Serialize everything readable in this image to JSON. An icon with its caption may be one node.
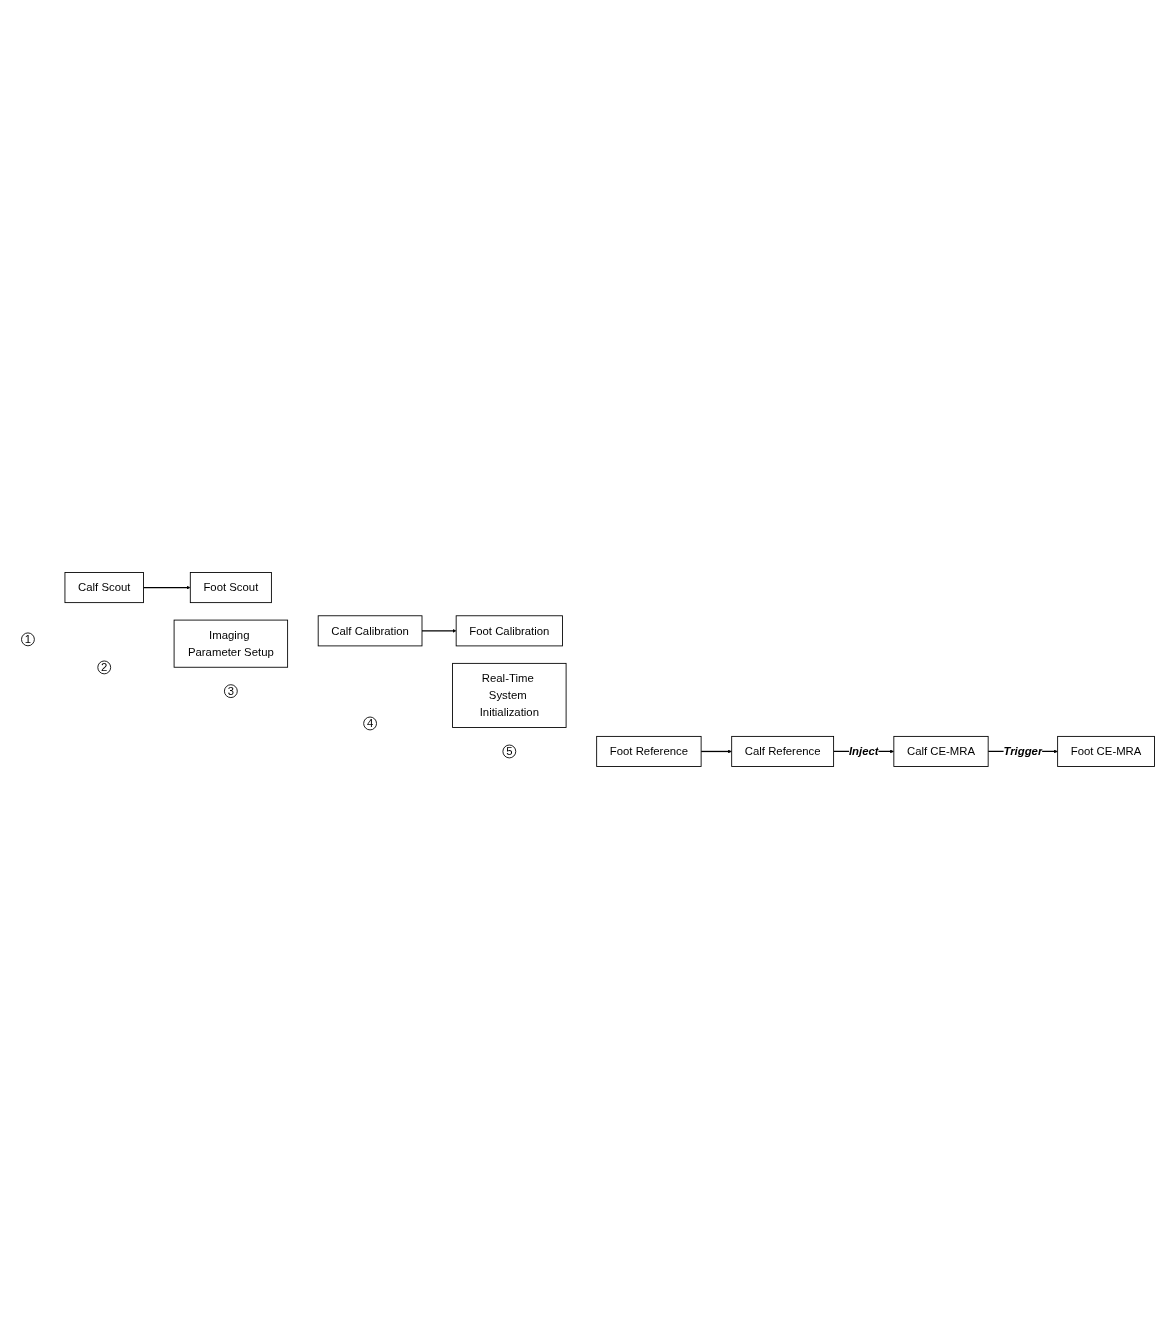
{
  "diagram": {
    "nodes": [
      {
        "text": [
          "1"
        ]
      },
      {
        "text": [
          "Calf Scout"
        ]
      },
      {
        "text": [
          "Foot Scout"
        ]
      },
      {
        "text": [
          "2"
        ]
      },
      {
        "text": [
          "Imaging Parameter Setup"
        ]
      },
      {
        "text": [
          "3"
        ]
      },
      {
        "text": [
          "Calf Calibration"
        ]
      },
      {
        "text": [
          "Foot Calibration"
        ]
      },
      {
        "text": [
          "4"
        ]
      },
      {
        "text": [
          "Real-Time System Initialization"
        ]
      },
      {
        "text": [
          "5"
        ]
      },
      {
        "text": [
          "Foot Reference"
        ]
      },
      {
        "text": [
          "Calf CE-MRA"
        ]
      },
      {
        "text": [
          "Calf Reference"
        ]
      },
      {
        "text": [
          "Foot CE-MRA"
        ]
      }
    ],
    "edges": [
      {
        "from": 1,
        "to": 2,
        "arrow": "to"
      },
      {
        "from": 6,
        "to": 7,
        "arrow": "to"
      },
      {
        "from": 11,
        "to": 13,
        "arrow": "to"
      },
      {
        "from": 13,
        "to": 12,
        "arrow": "to",
        "label": "Inject"
      },
      {
        "from": 12,
        "to": 14,
        "arrow": "to",
        "label": "Trigger"
      }
    ]
  }
}
